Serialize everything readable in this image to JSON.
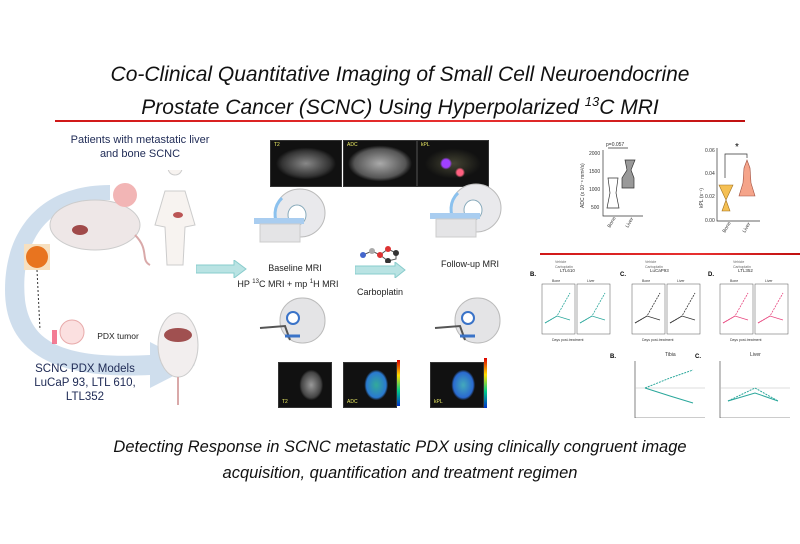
{
  "title": {
    "line1": "Co-Clinical Quantitative Imaging of Small Cell Neuroendocrine",
    "line2_pre": "Prostate Cancer (SCNC) Using Hyperpolarized ",
    "line2_sup": "13",
    "line2_post": "C MRI"
  },
  "left": {
    "patients_line1": "Patients with metastatic liver",
    "patients_line2": "and bone SCNC",
    "pdx_tumor": "PDX tumor",
    "models_line1": "SCNC PDX Models",
    "models_line2": "LuCaP 93, LTL 610,",
    "models_line3": "LTL352"
  },
  "center": {
    "mri_labels": [
      "T2",
      "ADC",
      "kPL"
    ],
    "baseline": "Baseline MRI",
    "baseline_sub_pre": "HP ",
    "baseline_sub_sup1": "13",
    "baseline_sub_mid": "C MRI + mp ",
    "baseline_sub_sup2": "1",
    "baseline_sub_post": "H MRI",
    "drug": "Carboplatin",
    "followup": "Follow-up MRI",
    "mouse_image_labels": [
      "T2",
      "ADC",
      "kPL"
    ]
  },
  "right_top": {
    "adc_chart": {
      "ylabel": "ADC (x 10⁻⁶ mm²/s)",
      "ticks": [
        "2000",
        "1500",
        "1000",
        "500"
      ],
      "categories": [
        "Bone",
        "Liver"
      ],
      "annotation": "p=0.057"
    },
    "kpl_chart": {
      "ylabel": "kPL (s⁻¹)",
      "ticks": [
        "0.06",
        "0.04",
        "0.02",
        "0.00"
      ],
      "categories": [
        "Bone",
        "Liver"
      ],
      "annotation": "*"
    }
  },
  "right_bottom": {
    "panels": [
      {
        "letter": "B.",
        "title": "LTL610",
        "color": "#2aa79b"
      },
      {
        "letter": "C.",
        "title": "LuCaP93",
        "color": "#333333"
      },
      {
        "letter": "D.",
        "title": "LTL352",
        "color": "#e8457e"
      }
    ],
    "facets": [
      "Bone",
      "Liver"
    ],
    "xlabel": "Days post-treatment",
    "lower_panels": [
      {
        "letter": "B.",
        "title": "Tibia"
      },
      {
        "letter": "C.",
        "title": "Liver"
      }
    ],
    "legend": [
      "Vehicle",
      "Carboplatin"
    ]
  },
  "footer": {
    "line1": "Detecting Response in SCNC metastatic PDX using clinically congruent image",
    "line2": "acquisition, quantification  and treatment regimen"
  },
  "colors": {
    "accent_red": "#d01818",
    "navy": "#1e2a55",
    "teal": "#2aa79b",
    "pink": "#e8457e",
    "arrow_teal": "#b9e3e3"
  }
}
